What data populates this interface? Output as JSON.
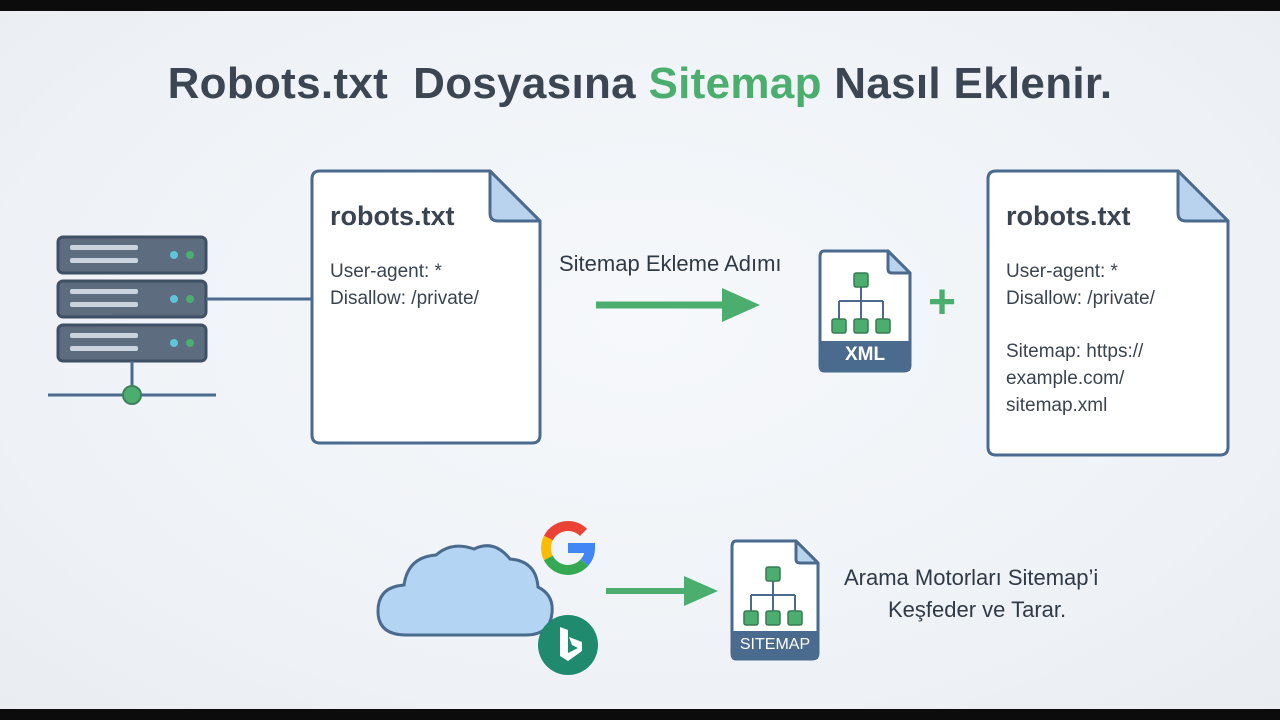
{
  "title": {
    "part1": "Robots.txt  Dosyasına ",
    "accent": "Sitemap",
    "part2": " Nasıl Eklenir."
  },
  "colors": {
    "accent_green": "#4cae6e",
    "doc_border": "#4a6a8e",
    "doc_fold": "#b9d3ee",
    "server_dark": "#5d6c7e",
    "cloud_fill": "#b3d4f2",
    "google_blue": "#4285f4",
    "google_red": "#ea4335",
    "google_yellow": "#fbbc05",
    "google_green": "#34a853",
    "bing_teal": "#1f8a6e"
  },
  "doc_before": {
    "name": "robots.txt",
    "line1": "User-agent: *",
    "line2": "Disallow: /private/"
  },
  "step_label": "Sitemap Ekleme Adımı",
  "xml_icon": {
    "label": "XML",
    "icon": "sitemap-tree-icon"
  },
  "plus": "+",
  "doc_after": {
    "name": "robots.txt",
    "line1": "User-agent: *",
    "line2": "Disallow: /private/",
    "line3": "Sitemap: https://",
    "line4": "example.com/",
    "line5": "sitemap.xml"
  },
  "sitemap_icon": {
    "label": "SITEMAP",
    "icon": "sitemap-tree-icon"
  },
  "bottom_caption": {
    "line1": "Arama Motorları Sitemap’i",
    "line2": "Keşfeder ve Tarar."
  },
  "icons": [
    "server-rack-icon",
    "cloud-icon",
    "google-icon",
    "bing-icon",
    "arrow-right-icon",
    "plus-icon"
  ]
}
